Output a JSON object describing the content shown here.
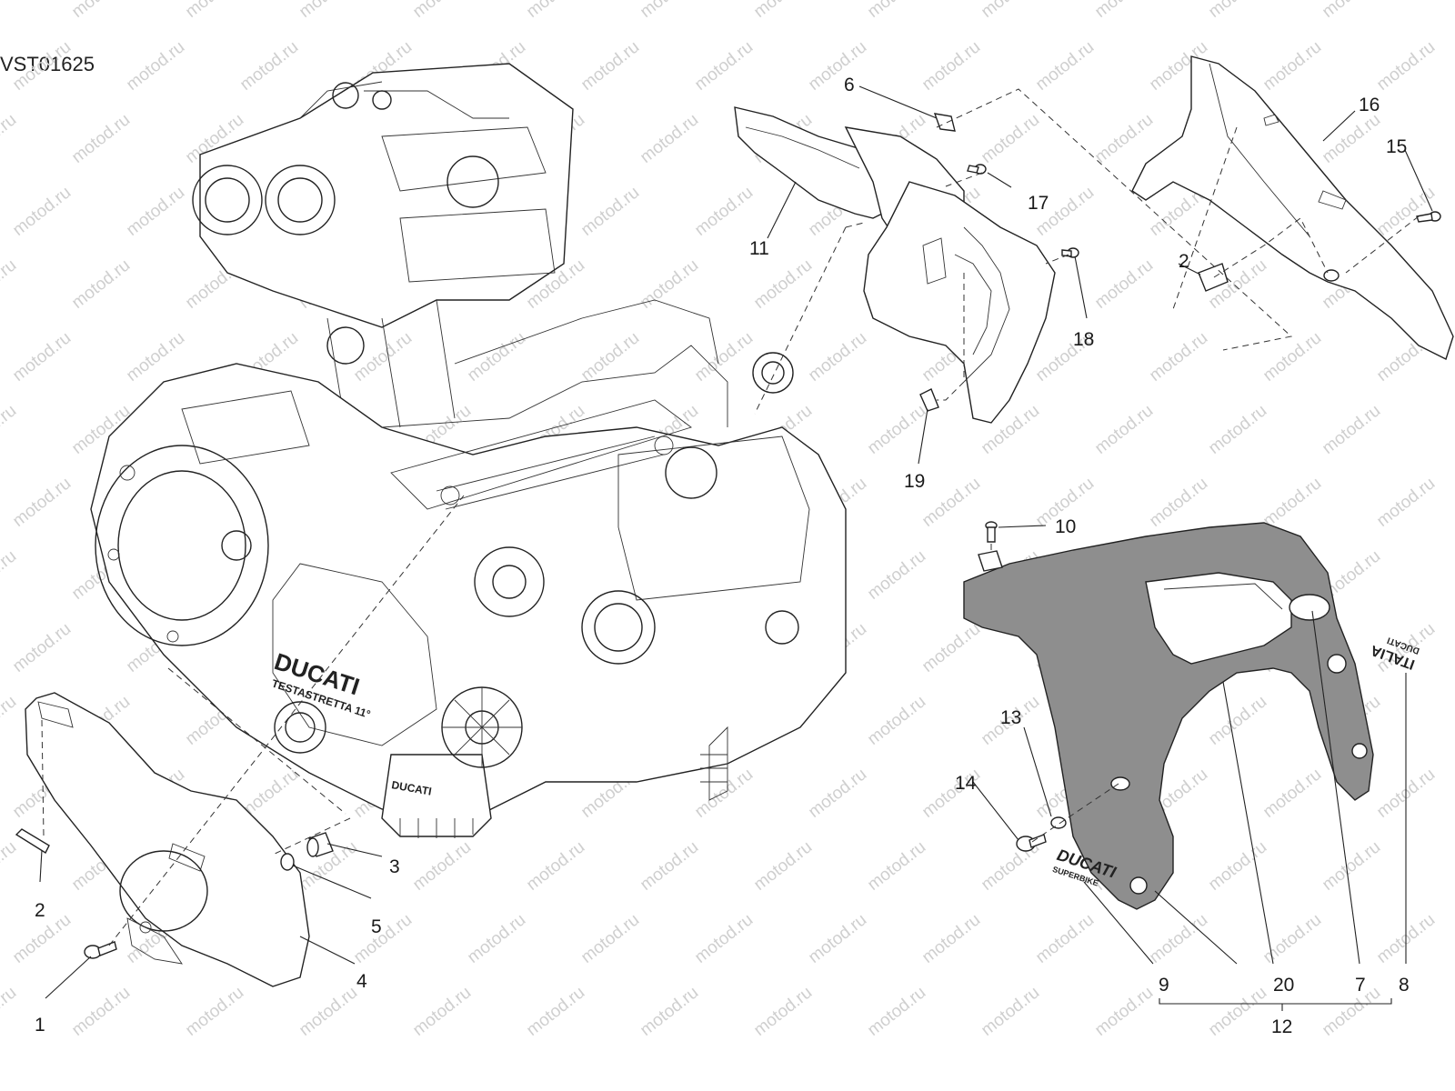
{
  "diagram_code": "VST01625",
  "watermark": "motod.ru",
  "brand_marks": {
    "engine_cover": "DUCATI",
    "engine_cover_sub": "TESTASTRETTA 11°",
    "oil_filter": "DUCATI",
    "decal_9": "DUCATI",
    "decal_9_sub": "SUPERBIKE",
    "decal_8": "ITALIA",
    "decal_8_sub": "DUCATI"
  },
  "callouts": {
    "c1": "1",
    "c2a": "2",
    "c3": "3",
    "c4": "4",
    "c5": "5",
    "c6": "6",
    "c7": "7",
    "c8": "8",
    "c9": "9",
    "c10": "10",
    "c11": "11",
    "c12": "12",
    "c13": "13",
    "c14": "14",
    "c15": "15",
    "c16": "16",
    "c17": "17",
    "c18": "18",
    "c19": "19",
    "c2b": "2",
    "c20": "20"
  }
}
